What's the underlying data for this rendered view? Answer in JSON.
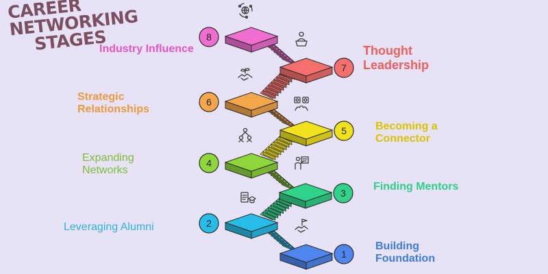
{
  "title": {
    "line1": "CAREER",
    "line2": "NETWORKING",
    "line3": "STAGES"
  },
  "stages": [
    {
      "number": "1",
      "label": "Building Foundation",
      "line1": "Building",
      "line2": "Foundation",
      "color": "#4e86ee",
      "icon": "handshake-flag-icon"
    },
    {
      "number": "2",
      "label": "Leveraging Alumni",
      "line1": "Leveraging Alumni",
      "line2": "",
      "color": "#27bde8",
      "icon": "graduation-id-icon"
    },
    {
      "number": "3",
      "label": "Finding Mentors",
      "line1": "Finding Mentors",
      "line2": "",
      "color": "#2fd48a",
      "icon": "mentor-board-icon"
    },
    {
      "number": "4",
      "label": "Expanding Networks",
      "line1": "Expanding",
      "line2": "Networks",
      "color": "#8fd63a",
      "icon": "network-people-icon"
    },
    {
      "number": "5",
      "label": "Becoming a Connector",
      "line1": "Becoming a",
      "line2": "Connector",
      "color": "#f2e21a",
      "icon": "connector-people-icon"
    },
    {
      "number": "6",
      "label": "Strategic Relationships",
      "line1": "Strategic",
      "line2": "Relationships",
      "color": "#f3a64a",
      "icon": "handshake-plant-icon"
    },
    {
      "number": "7",
      "label": "Thought Leadership",
      "line1": "Thought",
      "line2": "Leadership",
      "color": "#f5706c",
      "icon": "speaker-podium-icon"
    },
    {
      "number": "8",
      "label": "Industry Influence",
      "line1": "Industry Influence",
      "line2": "",
      "color": "#ef6ed0",
      "icon": "global-influence-icon"
    }
  ],
  "label_colors": {
    "1": "#3d7be0",
    "2": "#2eb3e0",
    "3": "#2ecf86",
    "4": "#7dbd37",
    "5": "#d9c300",
    "6": "#ec9a3e",
    "7": "#ec5f5b",
    "8": "#e456c4"
  }
}
